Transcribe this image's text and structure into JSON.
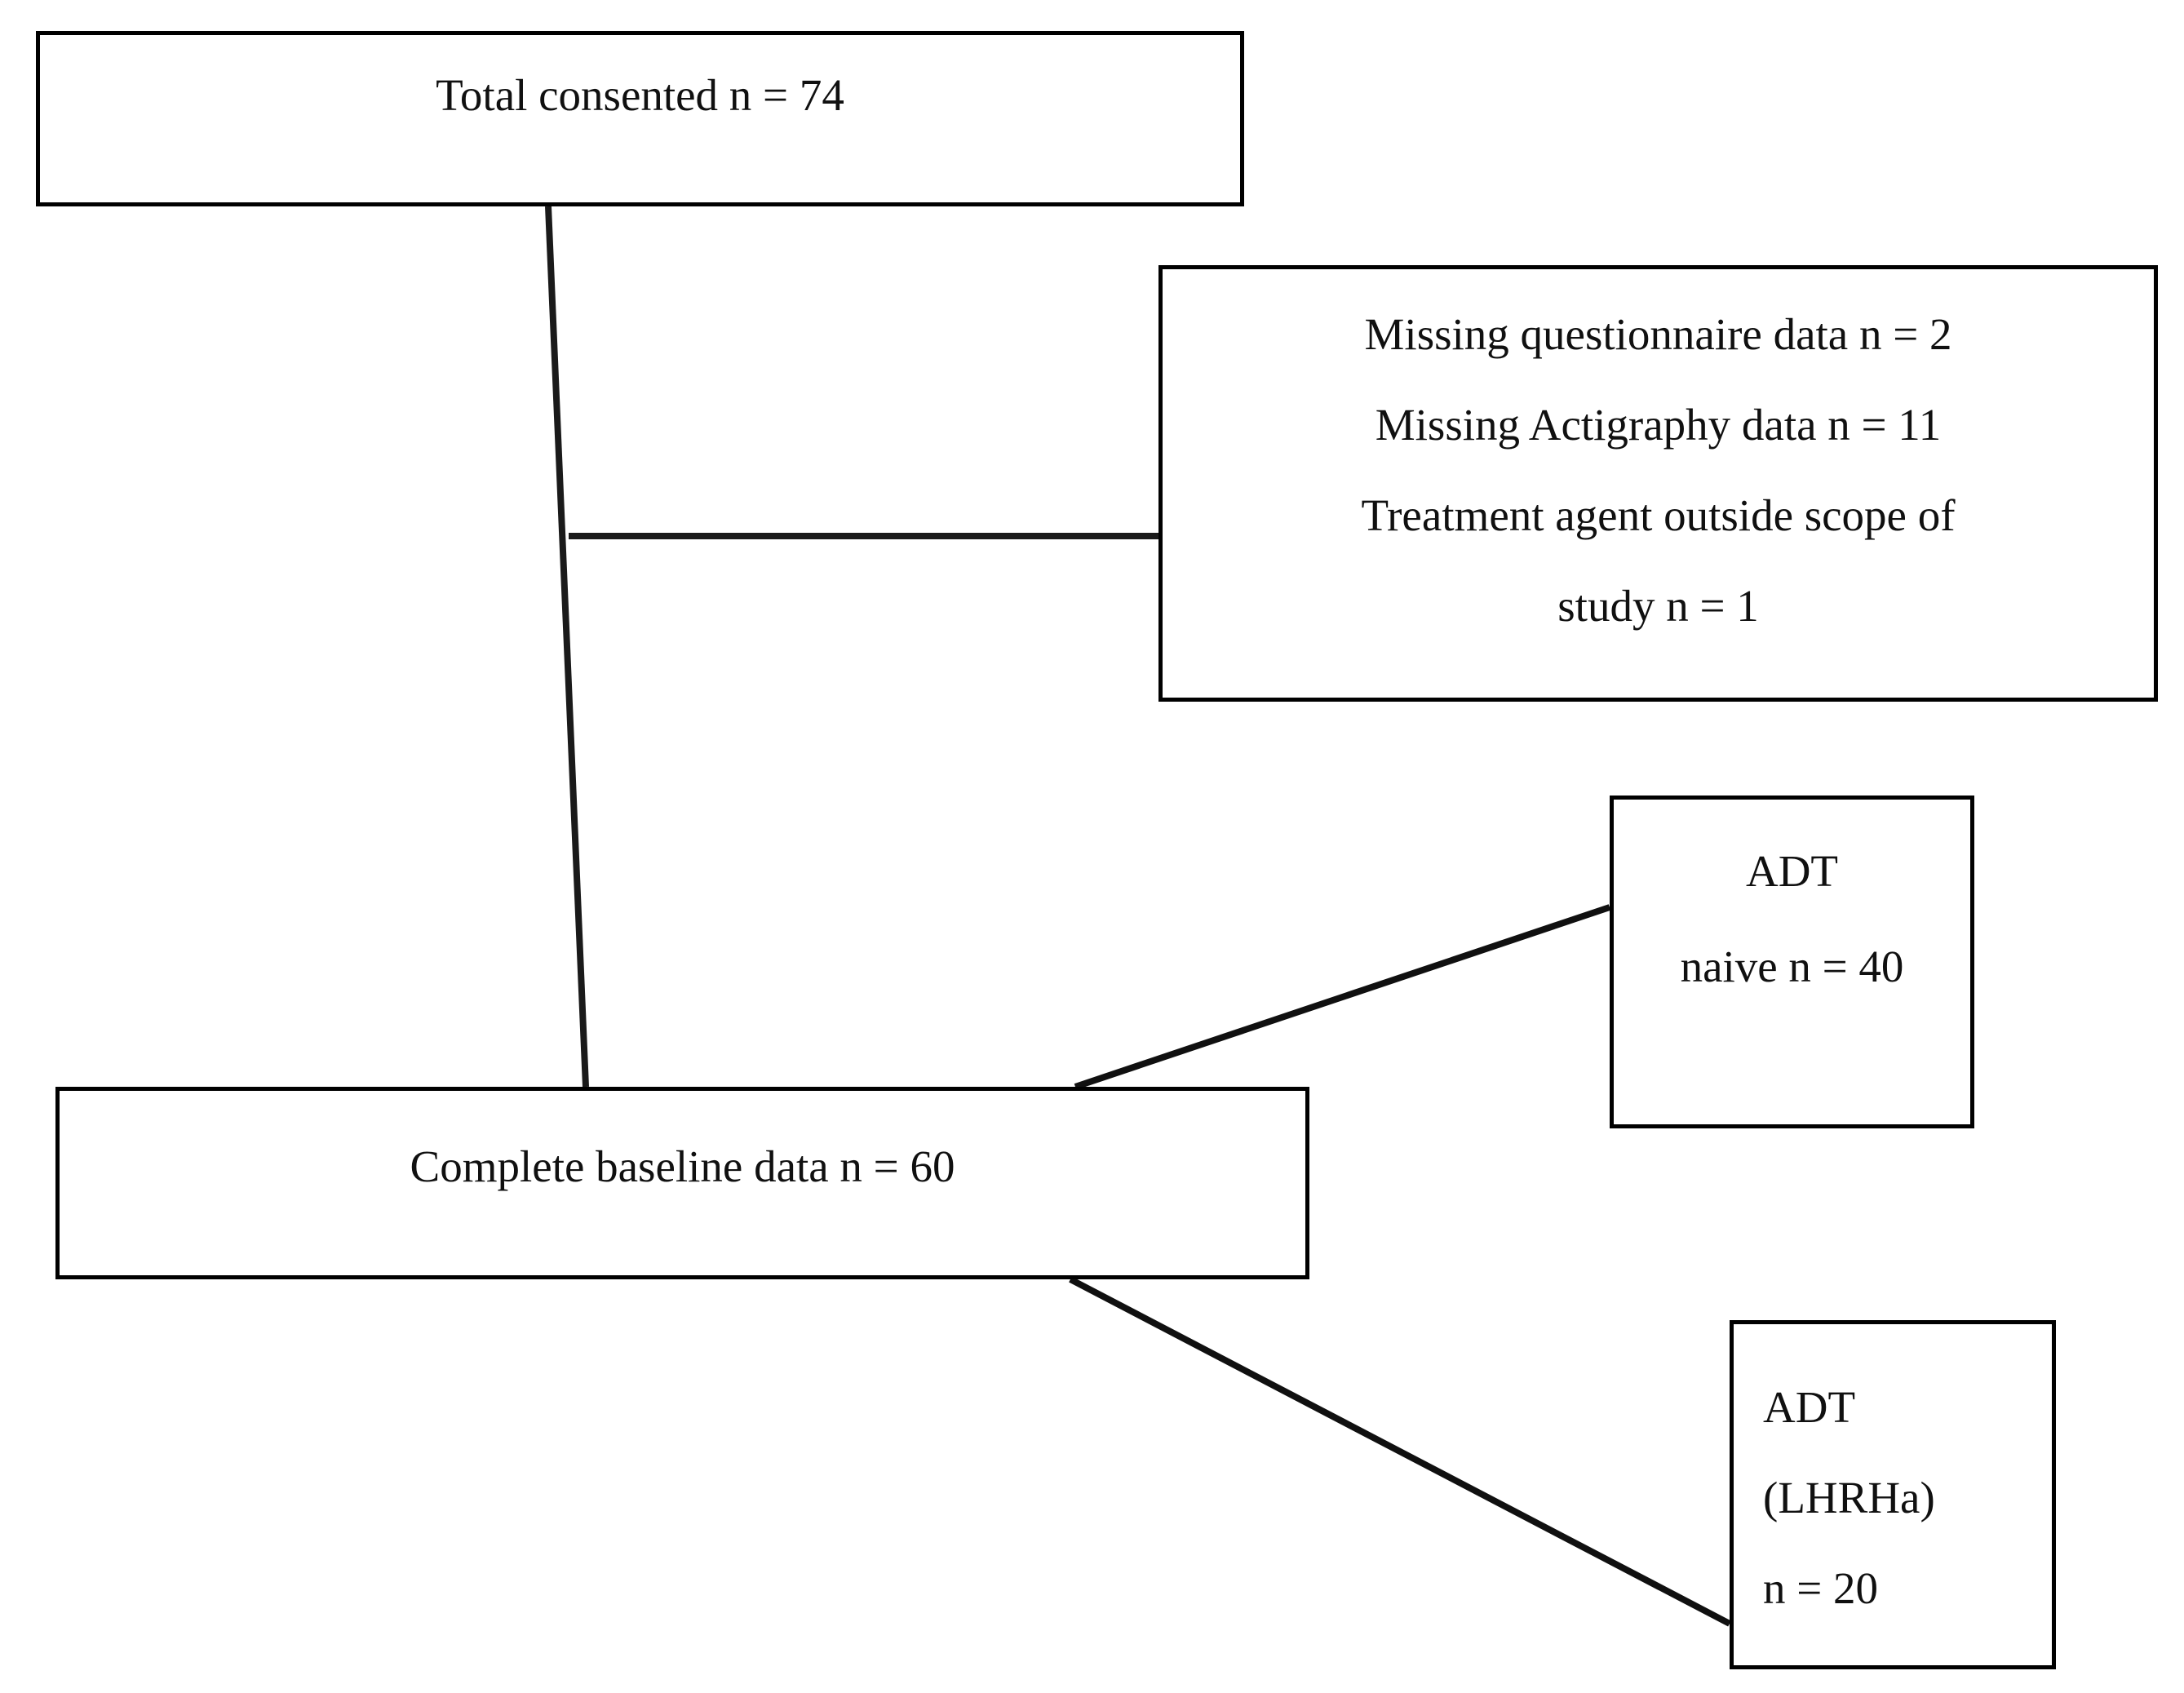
{
  "diagram": {
    "type": "participant-flow-chart",
    "style": {
      "background": "#ffffff",
      "line_color": "#000000",
      "text_color": "#101010",
      "border_color": "#000000"
    },
    "nodes": {
      "total_consented": {
        "label": "Total consented n = 74",
        "value": 74,
        "align": "center"
      },
      "exclusions": {
        "lines": [
          "Missing questionnaire data n = 2",
          "Missing Actigraphy data n = 11",
          "Treatment agent outside scope of",
          "study n = 1"
        ],
        "align": "center"
      },
      "adt_naive": {
        "line1": "ADT",
        "line2": "naive n = 40",
        "value": 40,
        "align": "center"
      },
      "complete_baseline": {
        "label": "Complete baseline data n = 60",
        "value": 60,
        "align": "center"
      },
      "adt_lhrha": {
        "line1": "ADT",
        "line2": "(LHRHa)",
        "line3": "n = 20",
        "value": 20,
        "align": "left"
      }
    },
    "connectors": [
      {
        "name": "total-to-baseline-vertical",
        "from": "total_consented",
        "to": "complete_baseline"
      },
      {
        "name": "baseline-branch-to-exclusions",
        "from": "total-to-baseline-vertical",
        "to": "exclusions"
      },
      {
        "name": "baseline-to-adt-naive-diagonal",
        "from": "complete_baseline",
        "to": "adt_naive"
      },
      {
        "name": "baseline-to-adt-lhrha-diagonal",
        "from": "complete_baseline",
        "to": "adt_lhrha"
      }
    ]
  }
}
